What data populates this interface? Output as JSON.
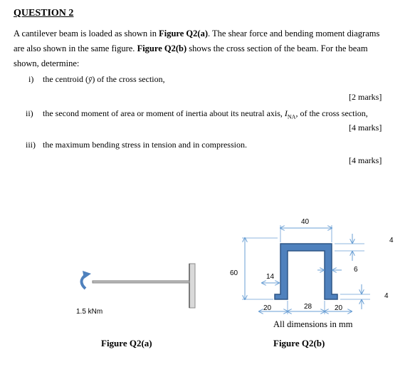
{
  "question": {
    "title": "QUESTION 2",
    "intro": {
      "line1_a": "A cantilever beam is loaded as shown in ",
      "line1_b": "Figure Q2(a)",
      "line1_c": ". The shear force and bending moment diagrams",
      "line2_a": "are also shown in the same figure. ",
      "line2_b": "Figure Q2(b)",
      "line2_c": " shows the cross section of the beam. For the beam",
      "line3": "shown, determine:"
    },
    "items": [
      {
        "num": "i)",
        "text_a": "the centroid (",
        "symbol": "ȳ",
        "text_b": ") of the cross section,",
        "marks": "[2 marks]"
      },
      {
        "num": "ii)",
        "text_a": "the second moment of area or moment of inertia about its neutral axis, ",
        "symbol": "I",
        "sub": "NA",
        "text_b": ", of the cross section,",
        "marks": "[4 marks]"
      },
      {
        "num": "iii)",
        "text_a": "the maximum bending stress in tension and in compression.",
        "marks": "[4 marks]"
      }
    ]
  },
  "figure_a": {
    "load_label": "1.5 kNm",
    "caption": "Figure Q2(a)"
  },
  "figure_b": {
    "dims": {
      "top_width": "40",
      "total_height": "60",
      "inner_width": "14",
      "flange_left": "20",
      "gap": "28",
      "flange_right": "20",
      "top_thickness": "4",
      "web_thickness": "6",
      "bottom_thickness": "4"
    },
    "note": "All dimensions in mm",
    "caption": "Figure Q2(b)"
  },
  "colors": {
    "section_fill": "#4f81bd",
    "section_stroke": "#2e5686",
    "dimension": "#6a9fd4",
    "wall": "#8c8c8c"
  }
}
